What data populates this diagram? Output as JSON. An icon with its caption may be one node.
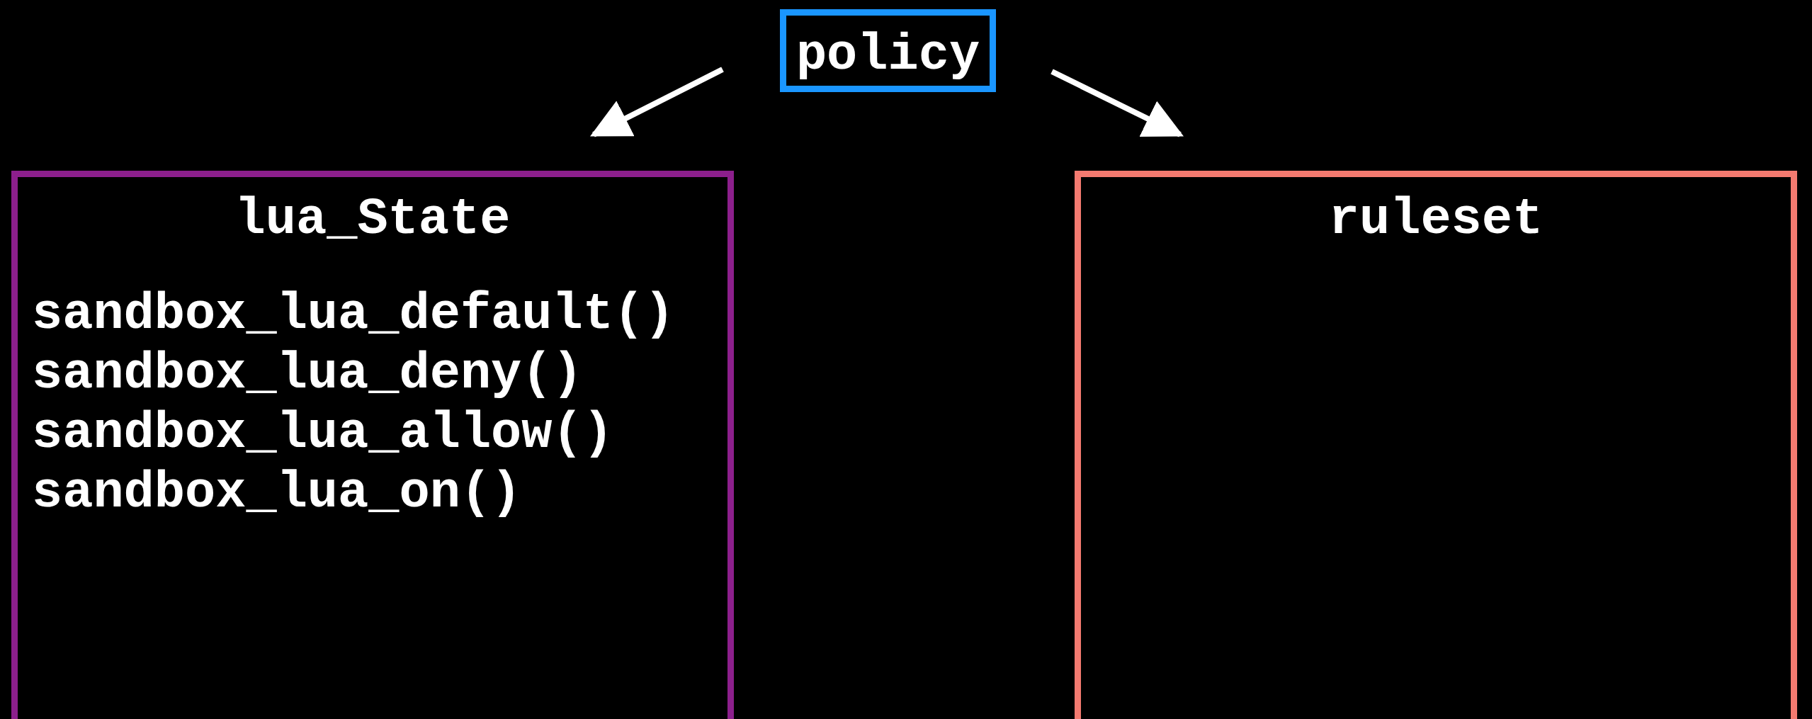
{
  "diagram": {
    "nodes": [
      {
        "text": [
          "policy"
        ]
      },
      {
        "text": [
          "lua_State",
          "sandbox_lua_default()",
          "sandbox_lua_deny()",
          "sandbox_lua_allow()",
          "sandbox_lua_on()"
        ]
      },
      {
        "text": [
          "ruleset"
        ]
      }
    ],
    "edges": [
      {
        "from": 0,
        "to": 1,
        "arrow": "to"
      },
      {
        "from": 0,
        "to": 2,
        "arrow": "to"
      }
    ]
  }
}
